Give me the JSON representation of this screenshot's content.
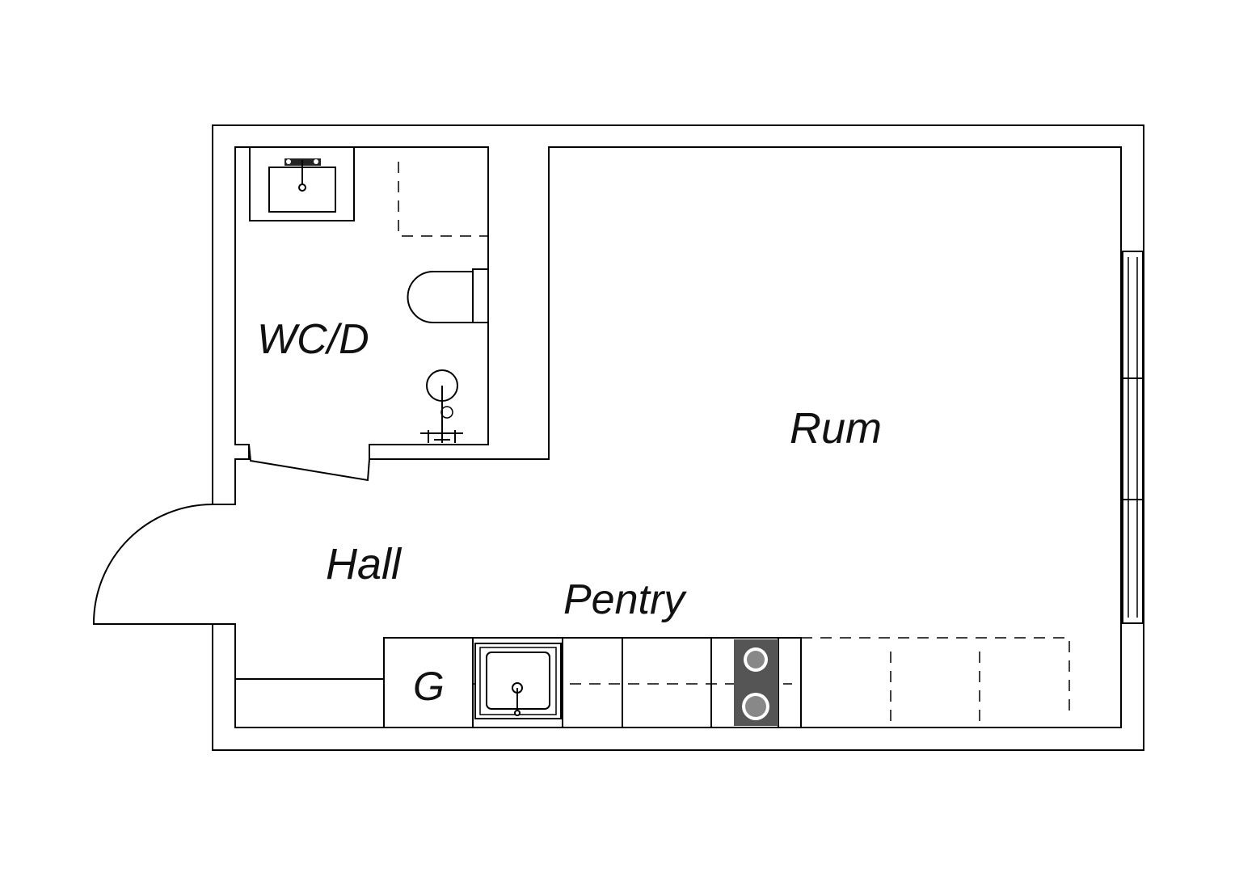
{
  "rooms": {
    "wc": "WC/D",
    "room": "Rum",
    "hall": "Hall",
    "pantry": "Pentry",
    "cabinet": "G"
  },
  "colors": {
    "line": "#000000",
    "background": "#ffffff",
    "stove": "#555555",
    "burner": "#888888"
  }
}
